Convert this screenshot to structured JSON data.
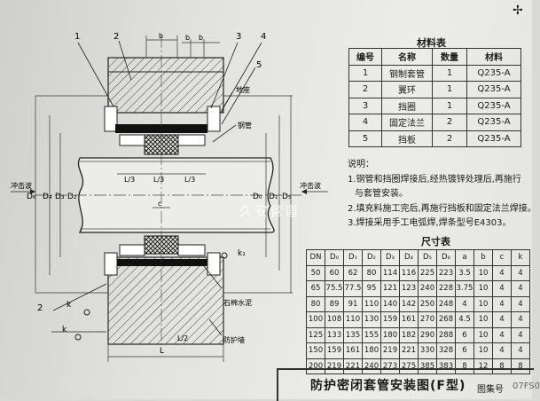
{
  "corner_symbol": "✢",
  "material_table": {
    "title": "材料表",
    "headers": [
      "编号",
      "名称",
      "数量",
      "材料"
    ],
    "rows": [
      [
        "1",
        "钢制套管",
        "1",
        "Q235-A"
      ],
      [
        "2",
        "翼环",
        "1",
        "Q235-A"
      ],
      [
        "3",
        "挡圈",
        "1",
        "Q235-A"
      ],
      [
        "4",
        "固定法兰",
        "2",
        "Q235-A"
      ],
      [
        "5",
        "挡板",
        "2",
        "Q235-A"
      ]
    ]
  },
  "notes": {
    "title": "说明：",
    "lines": [
      "1.钢管和挡圈焊接后,经热镀锌处理后,再施行",
      "与套管安装。",
      "2.填充料施工完后,再施行挡板和固定法兰焊接。",
      "3.焊接采用手工电弧焊,焊条型号E4303。"
    ]
  },
  "dimension_table": {
    "title": "尺寸表",
    "headers": [
      "DN",
      "D₀",
      "D₁",
      "D₂",
      "D₃",
      "D₄",
      "D₅",
      "D₆",
      "a",
      "b",
      "c",
      "k"
    ],
    "rows": [
      [
        "50",
        "60",
        "62",
        "80",
        "114",
        "116",
        "225",
        "223",
        "3.5",
        "10",
        "4",
        "4"
      ],
      [
        "65",
        "75.5",
        "77.5",
        "95",
        "121",
        "123",
        "240",
        "228",
        "3.75",
        "10",
        "4",
        "4"
      ],
      [
        "80",
        "89",
        "91",
        "110",
        "140",
        "142",
        "250",
        "248",
        "4",
        "10",
        "4",
        "4"
      ],
      [
        "100",
        "108",
        "110",
        "130",
        "159",
        "161",
        "270",
        "268",
        "4.5",
        "10",
        "4",
        "4"
      ],
      [
        "125",
        "133",
        "135",
        "155",
        "180",
        "182",
        "290",
        "288",
        "6",
        "10",
        "4",
        "4"
      ],
      [
        "150",
        "159",
        "161",
        "180",
        "219",
        "221",
        "330",
        "328",
        "6",
        "10",
        "4",
        "4"
      ],
      [
        "200",
        "219",
        "221",
        "240",
        "273",
        "275",
        "385",
        "383",
        "8",
        "12",
        "8",
        "8"
      ]
    ]
  },
  "drawing": {
    "callouts": [
      "1",
      "2",
      "3",
      "4",
      "5"
    ],
    "dim_b": "b",
    "dim_c": "c",
    "dim_L": "L",
    "dim_L2": "L/2",
    "dim_L3": "L/3",
    "dim_k1": "k₁",
    "dim_k": "k",
    "dim_D": [
      "D₆",
      "D₄",
      "D₃",
      "D₂",
      "D₀",
      "D₁",
      "D₅"
    ],
    "label_wall_foot": "地座",
    "label_steel_pipe": "钢管",
    "label_asbestos": "石棉水泥",
    "label_protective_wall": "防护墙",
    "label_shock_left": "冲击波",
    "label_shock_right": "冲击波"
  },
  "title_block": {
    "drawing_title": "防护密闭套管安装图(F型)",
    "sheet_label": "图集号",
    "sheet_code": "07FS0"
  },
  "watermark": "久安管道"
}
